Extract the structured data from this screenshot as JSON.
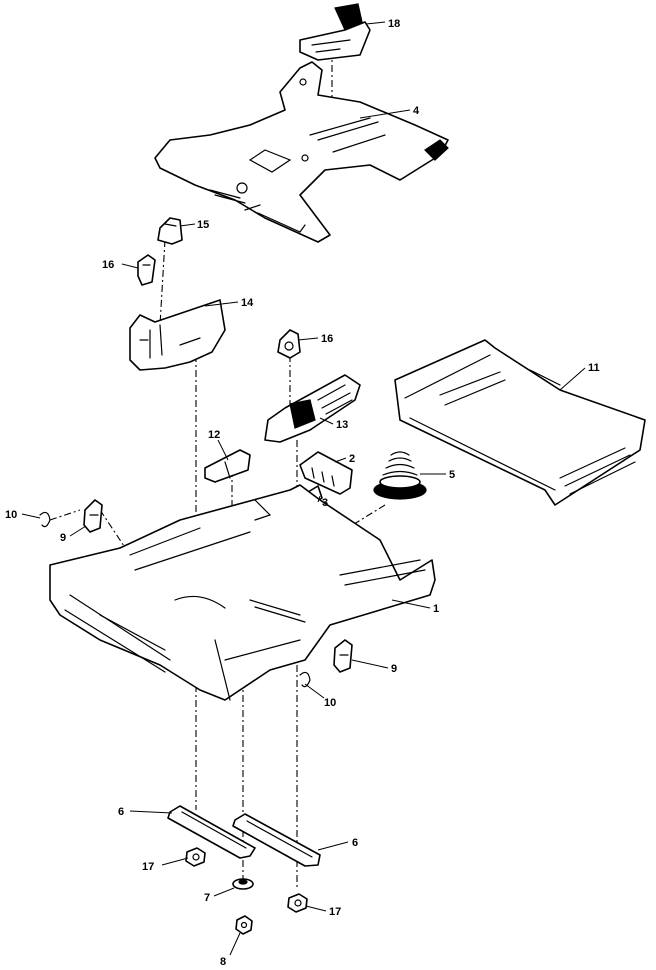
{
  "callouts": {
    "c18": "18",
    "c4": "4",
    "c15": "15",
    "c16a": "16",
    "c14": "14",
    "c16b": "16",
    "c11": "11",
    "c13": "13",
    "c12": "12",
    "c2": "2",
    "c5": "5",
    "c3": "3",
    "c10a": "10",
    "c9a": "9",
    "c1": "1",
    "c9b": "9",
    "c10b": "10",
    "c6a": "6",
    "c6b": "6",
    "c17a": "17",
    "c7": "7",
    "c17b": "17",
    "c8": "8"
  },
  "colors": {
    "line": "#000000",
    "background": "#ffffff"
  }
}
